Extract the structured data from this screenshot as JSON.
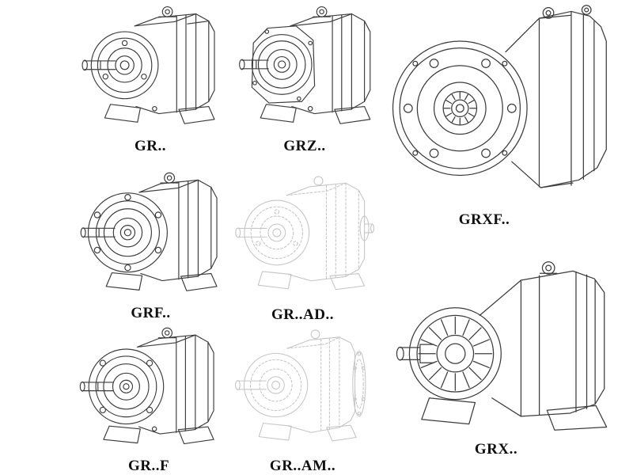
{
  "page": {
    "background_color": "#ffffff",
    "line_color": "#3d3d3d",
    "faint_line_color": "#c6c6c6",
    "description_of_content": "Catalog sheet of eight isometric line drawings of helical gear reducer variants"
  },
  "figures": [
    {
      "id": "gr",
      "label": "GR..",
      "render": "solid"
    },
    {
      "id": "grz",
      "label": "GRZ..",
      "render": "solid"
    },
    {
      "id": "grxf",
      "label": "GRXF..",
      "render": "solid"
    },
    {
      "id": "grf",
      "label": "GRF..",
      "render": "solid"
    },
    {
      "id": "gr-ad",
      "label": "GR..AD..",
      "render": "faint"
    },
    {
      "id": "gr-f",
      "label": "GR..F",
      "render": "solid"
    },
    {
      "id": "gr-am",
      "label": "GR..AM..",
      "render": "faint"
    },
    {
      "id": "grx",
      "label": "GRX..",
      "render": "solid"
    }
  ]
}
